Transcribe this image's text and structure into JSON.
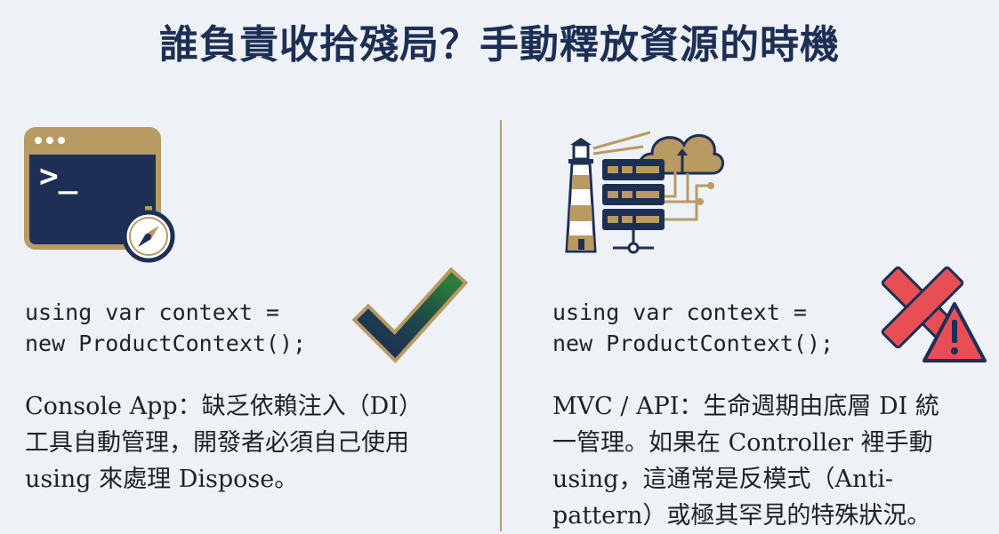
{
  "title": "誰負責收拾殘局？手動釋放資源的時機",
  "left": {
    "icon_top": "terminal-icon",
    "icon_badge": "compass-icon",
    "prompt_text": ">_",
    "code_line1": "using var context =",
    "code_line2": "new ProductContext();",
    "status_icon": "checkmark-icon",
    "desc_line1": "Console App：缺乏依賴注入（DI）",
    "desc_line2": "工具自動管理，開發者必須自己使用",
    "desc_line3": "using 來處理 Dispose。"
  },
  "right": {
    "icon_top": "lighthouse-server-cloud-icon",
    "code_line1": "using var context =",
    "code_line2": "new ProductContext();",
    "status_icon": "cross-warning-icon",
    "desc_line1": "MVC / API：生命週期由底層 DI 統",
    "desc_line2": "一管理。如果在 Controller 裡手動",
    "desc_line3": "using，這通常是反模式（Anti-",
    "desc_line4": "pattern）或極其罕見的特殊狀況。"
  },
  "colors": {
    "navy": "#1d2f55",
    "gold": "#b99a62",
    "green": "#2e7d3a",
    "red": "#e84f55"
  }
}
